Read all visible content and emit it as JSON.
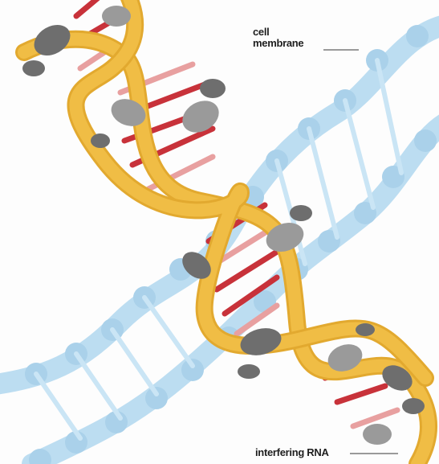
{
  "labels": {
    "cell_membrane_line1": "cell",
    "cell_membrane_line2": "membrane",
    "interfering_rna": "interfering RNA"
  },
  "colors": {
    "background": "#fdfdfd",
    "backbone_gold": "#f0bd45",
    "backbone_gold_edge": "#e2a92f",
    "membrane_blue": "#b9dcf1",
    "membrane_blue_dark": "#a6cfe9",
    "base_red": "#c8323a",
    "base_pink": "#e8a0a0",
    "node_gray": "#6e6e6e",
    "node_gray_light": "#9a9a9a",
    "leader_line": "#9a9a9a"
  },
  "icons": {
    "molecule": "rna-helix-icon",
    "membrane": "membrane-helix-icon"
  }
}
